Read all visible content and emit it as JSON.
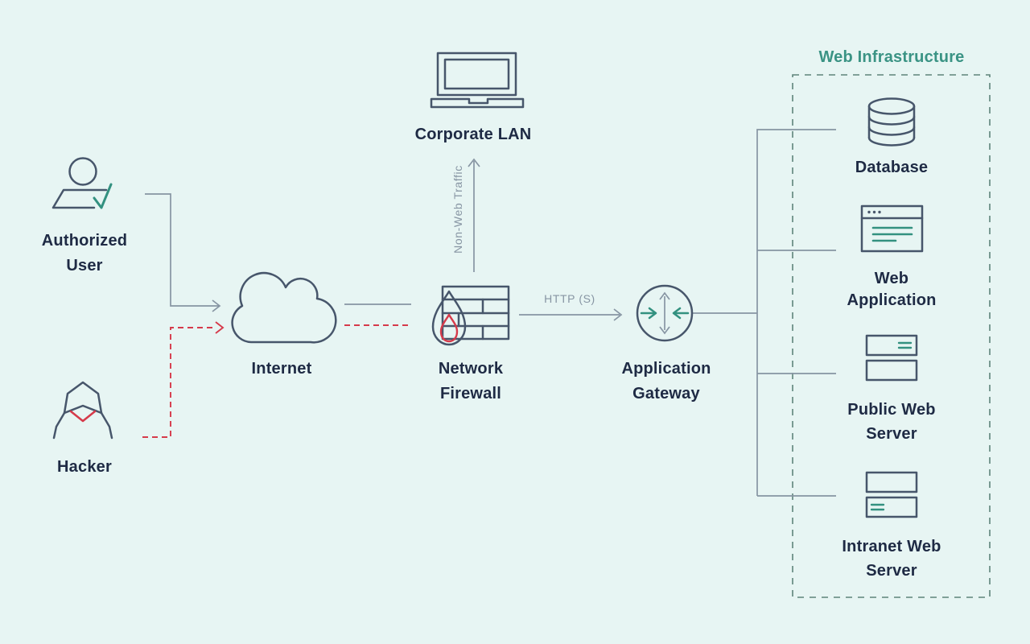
{
  "diagram": {
    "title": "Web Infrastructure",
    "colors": {
      "background": "#e7f5f3",
      "icon_stroke": "#47566b",
      "label_text": "#1e2a44",
      "connector_gray": "#8795a3",
      "accent_teal": "#339180",
      "group_title_teal": "#3a9384",
      "group_border": "#5e837b",
      "danger_red": "#d63a4a"
    },
    "nodes": {
      "authorized_user": {
        "label1": "Authorized",
        "label2": "User",
        "icon": "user-check-icon"
      },
      "hacker": {
        "label1": "Hacker",
        "icon": "hacker-hood-icon"
      },
      "internet": {
        "label1": "Internet",
        "icon": "cloud-icon"
      },
      "corporate_lan": {
        "label1": "Corporate LAN",
        "icon": "laptop-icon"
      },
      "network_firewall": {
        "label1": "Network",
        "label2": "Firewall",
        "icon": "firewall-flame-icon"
      },
      "application_gateway": {
        "label1": "Application",
        "label2": "Gateway",
        "icon": "gateway-arrows-icon"
      },
      "database": {
        "label1": "Database",
        "icon": "database-cylinder-icon"
      },
      "web_application": {
        "label1": "Web",
        "label2": "Application",
        "icon": "browser-window-icon"
      },
      "public_web_server": {
        "label1": "Public Web",
        "label2": "Server",
        "icon": "server-stack-icon"
      },
      "intranet_web_server": {
        "label1": "Intranet Web",
        "label2": "Server",
        "icon": "server-stack-icon"
      }
    },
    "edges": {
      "non_web_traffic": {
        "label": "Non-Web Traffic"
      },
      "http": {
        "label": "HTTP (S)"
      }
    }
  }
}
